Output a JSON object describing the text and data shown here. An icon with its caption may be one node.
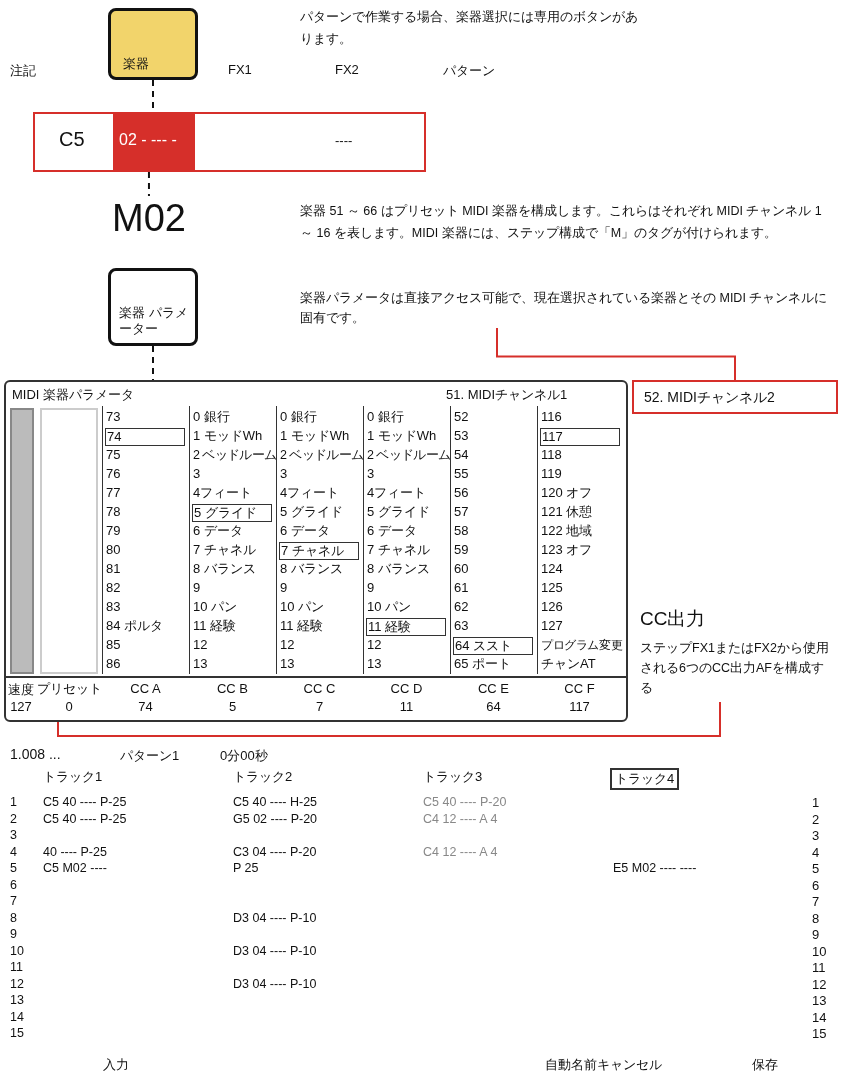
{
  "diagram": {
    "nodes": [
      {
        "text": [
          "楽器"
        ]
      },
      {
        "text": [
          "C5",
          "02 - --- -",
          "----"
        ]
      },
      {
        "text": [
          "M02"
        ]
      },
      {
        "text": [
          "楽器 パラメーター"
        ]
      },
      {
        "text": [
          "楽器パラメータは直接アクセス可能で、現在選択されている楽器とその MIDI チャンネルに固有です。"
        ]
      },
      {
        "text": [
          "MIDI 楽器パラメータ",
          "51. MIDIチャンネル1"
        ]
      },
      {
        "text": [
          "52. MIDIチャンネル2"
        ]
      },
      {
        "text": [],
        "shape": "bar",
        "in": 5
      },
      {
        "text": [],
        "shape": "box",
        "in": 5
      }
    ],
    "edges": [
      {
        "from": 0,
        "to": 1,
        "arrow": "none",
        "style": "dashed"
      },
      {
        "from": 1,
        "to": 2,
        "arrow": "none",
        "style": "dashed"
      },
      {
        "from": 3,
        "to": 5,
        "arrow": "none",
        "style": "dashed"
      },
      {
        "from": 4,
        "to": 6,
        "arrow": "none",
        "color": "#d62f2a"
      }
    ],
    "labels": [
      "注記",
      "FX1",
      "FX2",
      "パターン",
      "パターンで作業する場合、楽器選択には専用のボタンがあります。",
      "楽器 51 ～ 66 はプリセット MIDI 楽器を構成します。これらはそれぞれ MIDI チャンネル 1 ～ 16 を表します。MIDI 楽器には、ステップ構成で「M」のタグが付けられます。",
      "73",
      "0 銀行",
      "0 銀行",
      "0 銀行",
      "52",
      "116",
      "74",
      "1 モッドWh",
      "1 モッドWh",
      "1 モッドWh",
      "53",
      "117",
      "75",
      "2 ベッドルーム",
      "2 ベッドルーム",
      "2 ベッドルーム",
      "54",
      "118",
      "76",
      "3",
      "3",
      "3",
      "55",
      "119",
      "77",
      "4フィート",
      "4フィート",
      "4フィート",
      "56",
      "120 オフ",
      "78",
      "5 グライド",
      "5 グライド",
      "5 グライド",
      "57",
      "121 休憩",
      "79",
      "6 データ",
      "6 データ",
      "6 データ",
      "58",
      "122 地域",
      "80",
      "7 チャネル",
      "7 チャネル",
      "7 チャネル",
      "59",
      "123 オフ",
      "81",
      "8 バランス",
      "8 バランス",
      "8 バランス",
      "60",
      "124",
      "82",
      "9",
      "9",
      "9",
      "61",
      "125",
      "83",
      "10 パン",
      "10 パン",
      "10 パン",
      "62",
      "126",
      "84 ポルタ",
      "11 経験",
      "11 経験",
      "11 経験",
      "63",
      "127",
      "85",
      "12",
      "12",
      "12",
      "64 ススト",
      "プログラム変更",
      "86",
      "13",
      "13",
      "13",
      "65 ポート",
      "チャンAT",
      "速度",
      "127",
      "プリセット",
      "0",
      "CC A",
      "74",
      "CC B",
      "5",
      "CC C",
      "7",
      "CC D",
      "11",
      "CC E",
      "64",
      "CC F",
      "117",
      "1.008 ...",
      "パターン1",
      "0分00秒",
      "トラック1",
      "トラック2",
      "トラック3",
      "トラック4",
      "1",
      "C5 40 ---- P-25",
      "C5 40 ---- H-25",
      "C5 40 ---- P-20",
      "1",
      "2",
      "C5 40 ---- P-25",
      "G5 02 ---- P-20",
      "C4 12 ---- A 4",
      "2",
      "3",
      "3",
      "4",
      "40 ---- P-25",
      "C3 04 ---- P-20",
      "C4 12 ---- A 4",
      "4",
      "5",
      "C5 M02 ----",
      "P 25",
      "E5 M02 ---- ----",
      "5",
      "6",
      "6",
      "7",
      "7",
      "8",
      "D3 04 ---- P-10",
      "8",
      "9",
      "9",
      "10",
      "D3 04 ---- P-10",
      "10",
      "11",
      "11",
      "12",
      "D3 04 ---- P-10",
      "12",
      "13",
      "13",
      "14",
      "14",
      "15",
      "15",
      "CC出力",
      "ステップFX1またはFX2から使用される6つのCC出力AFを構成する",
      "入力",
      "自動名前キャンセル",
      "保存"
    ]
  }
}
